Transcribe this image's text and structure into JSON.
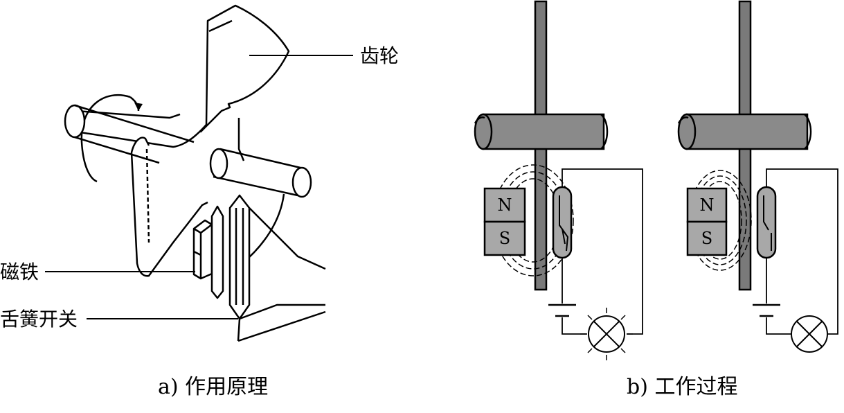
{
  "left_panel": {
    "label_gear": "齿轮",
    "label_magnet": "磁铁",
    "label_reed_switch": "舌簧开关",
    "caption": "a) 作用原理"
  },
  "right_panel": {
    "caption": "b) 工作过程",
    "state_a": {
      "pole_north": "N",
      "pole_south": "S",
      "lamp": "lit"
    },
    "state_b": {
      "pole_north": "N",
      "pole_south": "S",
      "lamp": "off"
    }
  },
  "colors": {
    "ink": "#000000",
    "shaft_gray": "#8a8a8a",
    "magnet_gray": "#a8a8a8",
    "plate_gray": "#7a7a7a",
    "background": "#ffffff"
  }
}
